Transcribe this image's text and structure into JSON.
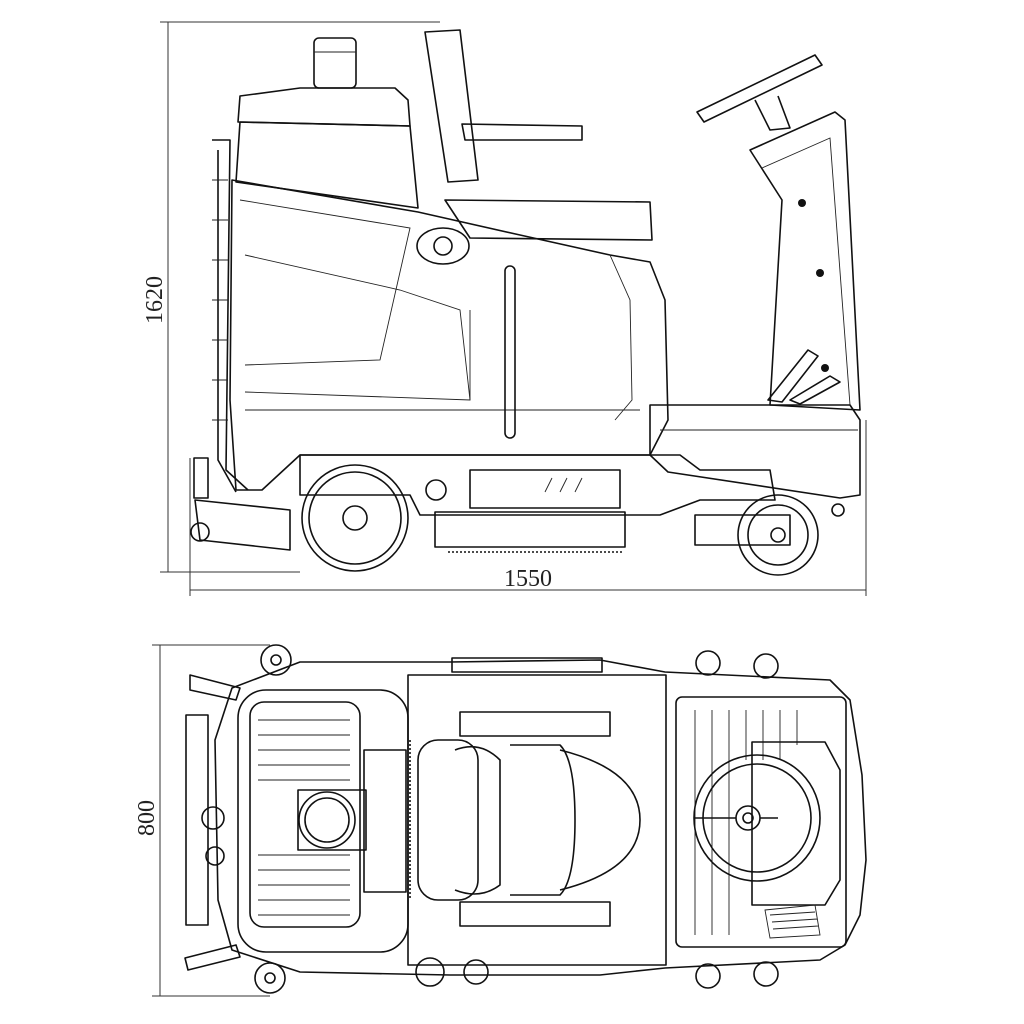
{
  "dimensions": {
    "height_label": "1620",
    "length_label": "1550",
    "width_label": "800"
  },
  "views": [
    "side-view",
    "top-view"
  ]
}
